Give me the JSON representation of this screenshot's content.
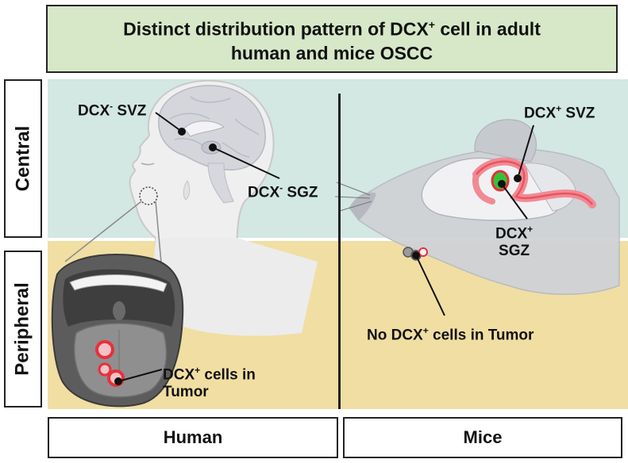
{
  "title": {
    "line1": "Distinct distribution pattern of DCX",
    "sup": "+",
    "line1_end": " cell in adult",
    "line2": "human and mice OSCC"
  },
  "rows": {
    "central": "Central",
    "peripheral": "Peripheral"
  },
  "columns": {
    "human": "Human",
    "mice": "Mice"
  },
  "annotations": {
    "human_svz": {
      "a": "DCX",
      "sup": "-",
      "b": " SVZ"
    },
    "human_sgz": {
      "a": "DCX",
      "sup": "-",
      "b": " SGZ"
    },
    "human_tumor": {
      "a": "DCX",
      "sup": "+",
      "b": " cells in",
      "c": "Tumor"
    },
    "mice_svz": {
      "a": "DCX",
      "sup": "+",
      "b": " SVZ"
    },
    "mice_sgz": {
      "a": "DCX",
      "sup": "+",
      "b": "SGZ"
    },
    "mice_tumor": {
      "a": "No DCX",
      "sup": "+",
      "b": " cells in Tumor"
    }
  },
  "colors": {
    "title_bg": "#d6e8c8",
    "central_bg": "#d3e7e3",
    "peripheral_bg": "#f1dea3",
    "dcx_positive": "#e8303a",
    "sgz_green": "#33c33a"
  }
}
